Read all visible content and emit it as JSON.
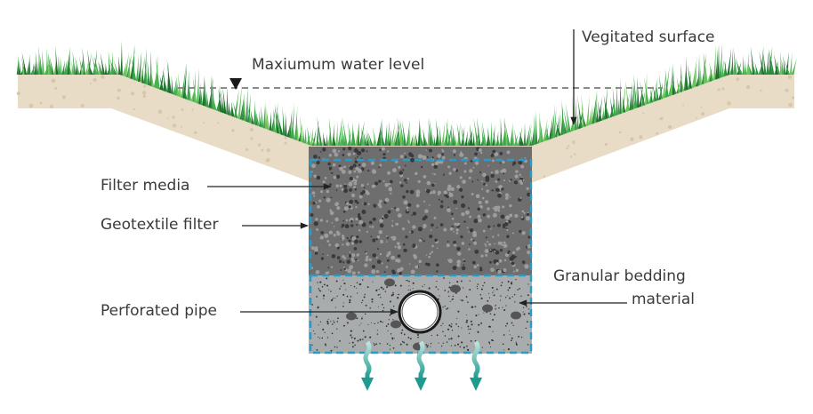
{
  "labels": {
    "max_water_level": "Maxiumum water level",
    "vegetated_surface": "Vegitated surface",
    "filter_media": "Filter media",
    "geotextile_filter": "Geotextile filter",
    "perforated_pipe": "Perforated pipe",
    "granular_bedding_line1": "Granular bedding",
    "granular_bedding_line2": "material"
  },
  "colors": {
    "soil": "#e8dcc6",
    "grass": "#3aa34a",
    "filter_media": "#6e6e6e",
    "bedding": "#a9acad",
    "geotextile": "#2a9bc8",
    "water_arrow": "#2aa59a",
    "text": "#3a3a3a"
  }
}
